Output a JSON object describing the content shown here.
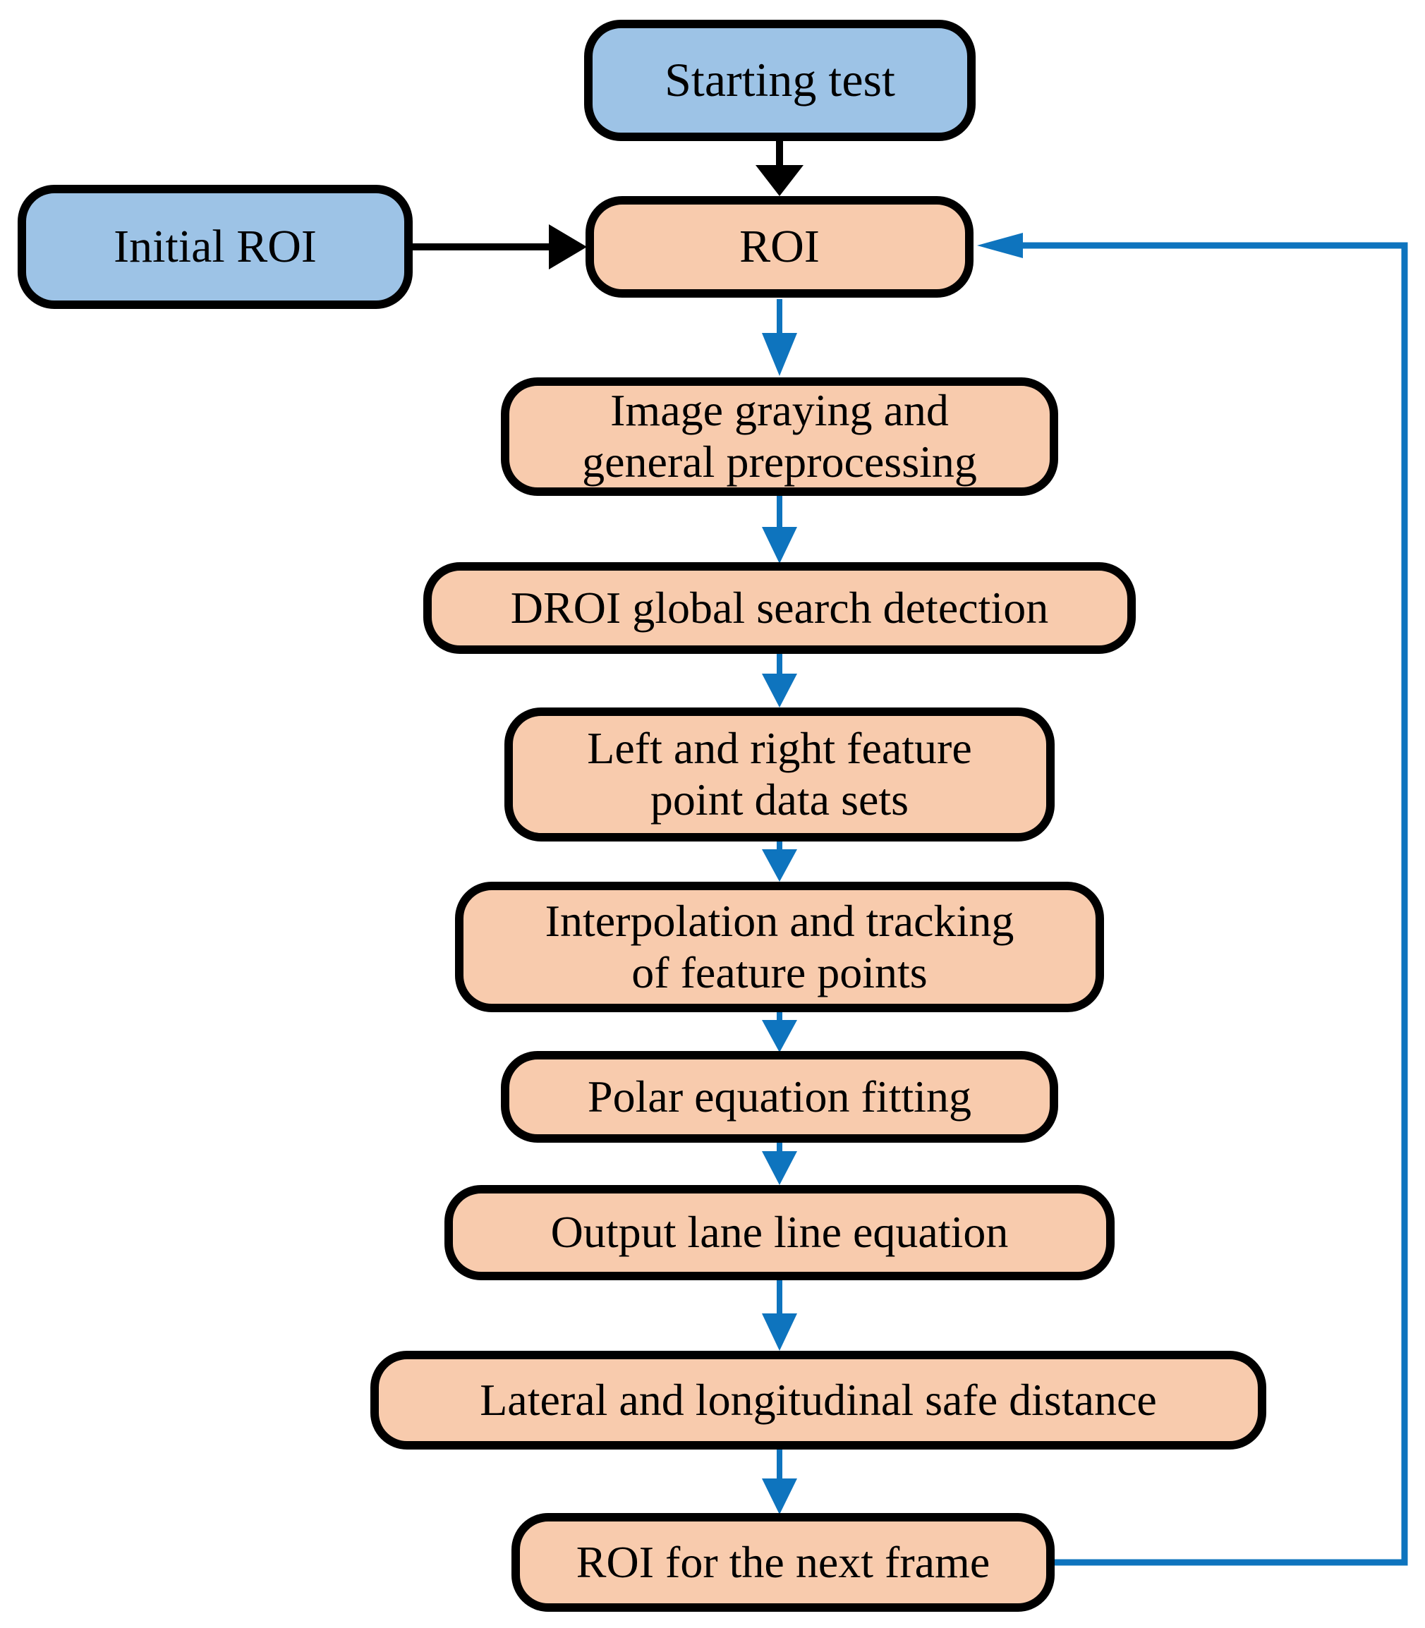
{
  "nodes": [
    {
      "id": "starting-test",
      "label": "Starting test",
      "shape": "rounded-rect",
      "fill": "blue"
    },
    {
      "id": "initial-roi",
      "label": "Initial ROI",
      "shape": "rounded-rect",
      "fill": "blue"
    },
    {
      "id": "roi",
      "label": "ROI",
      "shape": "rounded-rect",
      "fill": "orange"
    },
    {
      "id": "image-graying",
      "label": "Image graying and\ngeneral preprocessing",
      "shape": "rounded-rect",
      "fill": "orange"
    },
    {
      "id": "droi-global-search",
      "label": "DROI global search detection",
      "shape": "rounded-rect",
      "fill": "orange"
    },
    {
      "id": "left-right-feature-points",
      "label": "Left and right feature\npoint data sets",
      "shape": "rounded-rect",
      "fill": "orange"
    },
    {
      "id": "interpolation-tracking",
      "label": "Interpolation and tracking\nof feature points",
      "shape": "rounded-rect",
      "fill": "orange"
    },
    {
      "id": "polar-equation-fitting",
      "label": "Polar equation fitting",
      "shape": "rounded-rect",
      "fill": "orange"
    },
    {
      "id": "output-lane-line-equation",
      "label": "Output lane line equation",
      "shape": "rounded-rect",
      "fill": "orange"
    },
    {
      "id": "lateral-longitudinal-safe-distance",
      "label": "Lateral and longitudinal safe distance",
      "shape": "rounded-rect",
      "fill": "orange"
    },
    {
      "id": "roi-next-frame",
      "label": "ROI for the next frame",
      "shape": "rounded-rect",
      "fill": "orange"
    }
  ],
  "edges": [
    {
      "from": "starting-test",
      "to": "roi",
      "color": "black",
      "direction": "down"
    },
    {
      "from": "initial-roi",
      "to": "roi",
      "color": "black",
      "direction": "right"
    },
    {
      "from": "roi",
      "to": "image-graying",
      "color": "blue",
      "direction": "down"
    },
    {
      "from": "image-graying",
      "to": "droi-global-search",
      "color": "blue",
      "direction": "down"
    },
    {
      "from": "droi-global-search",
      "to": "left-right-feature-points",
      "color": "blue",
      "direction": "down"
    },
    {
      "from": "left-right-feature-points",
      "to": "interpolation-tracking",
      "color": "blue",
      "direction": "down"
    },
    {
      "from": "interpolation-tracking",
      "to": "polar-equation-fitting",
      "color": "blue",
      "direction": "down"
    },
    {
      "from": "polar-equation-fitting",
      "to": "output-lane-line-equation",
      "color": "blue",
      "direction": "down"
    },
    {
      "from": "output-lane-line-equation",
      "to": "lateral-longitudinal-safe-distance",
      "color": "blue",
      "direction": "down"
    },
    {
      "from": "lateral-longitudinal-safe-distance",
      "to": "roi-next-frame",
      "color": "blue",
      "direction": "down"
    },
    {
      "from": "roi-next-frame",
      "to": "roi",
      "color": "blue",
      "direction": "up",
      "style": "feedback-loop-right-side"
    }
  ],
  "colors": {
    "node_blue": "#9DC3E6",
    "node_orange": "#F8CBAD",
    "arrow_blue": "#0E74BE",
    "arrow_black": "#000000",
    "node_border": "#000000",
    "background": "#FFFFFF"
  }
}
